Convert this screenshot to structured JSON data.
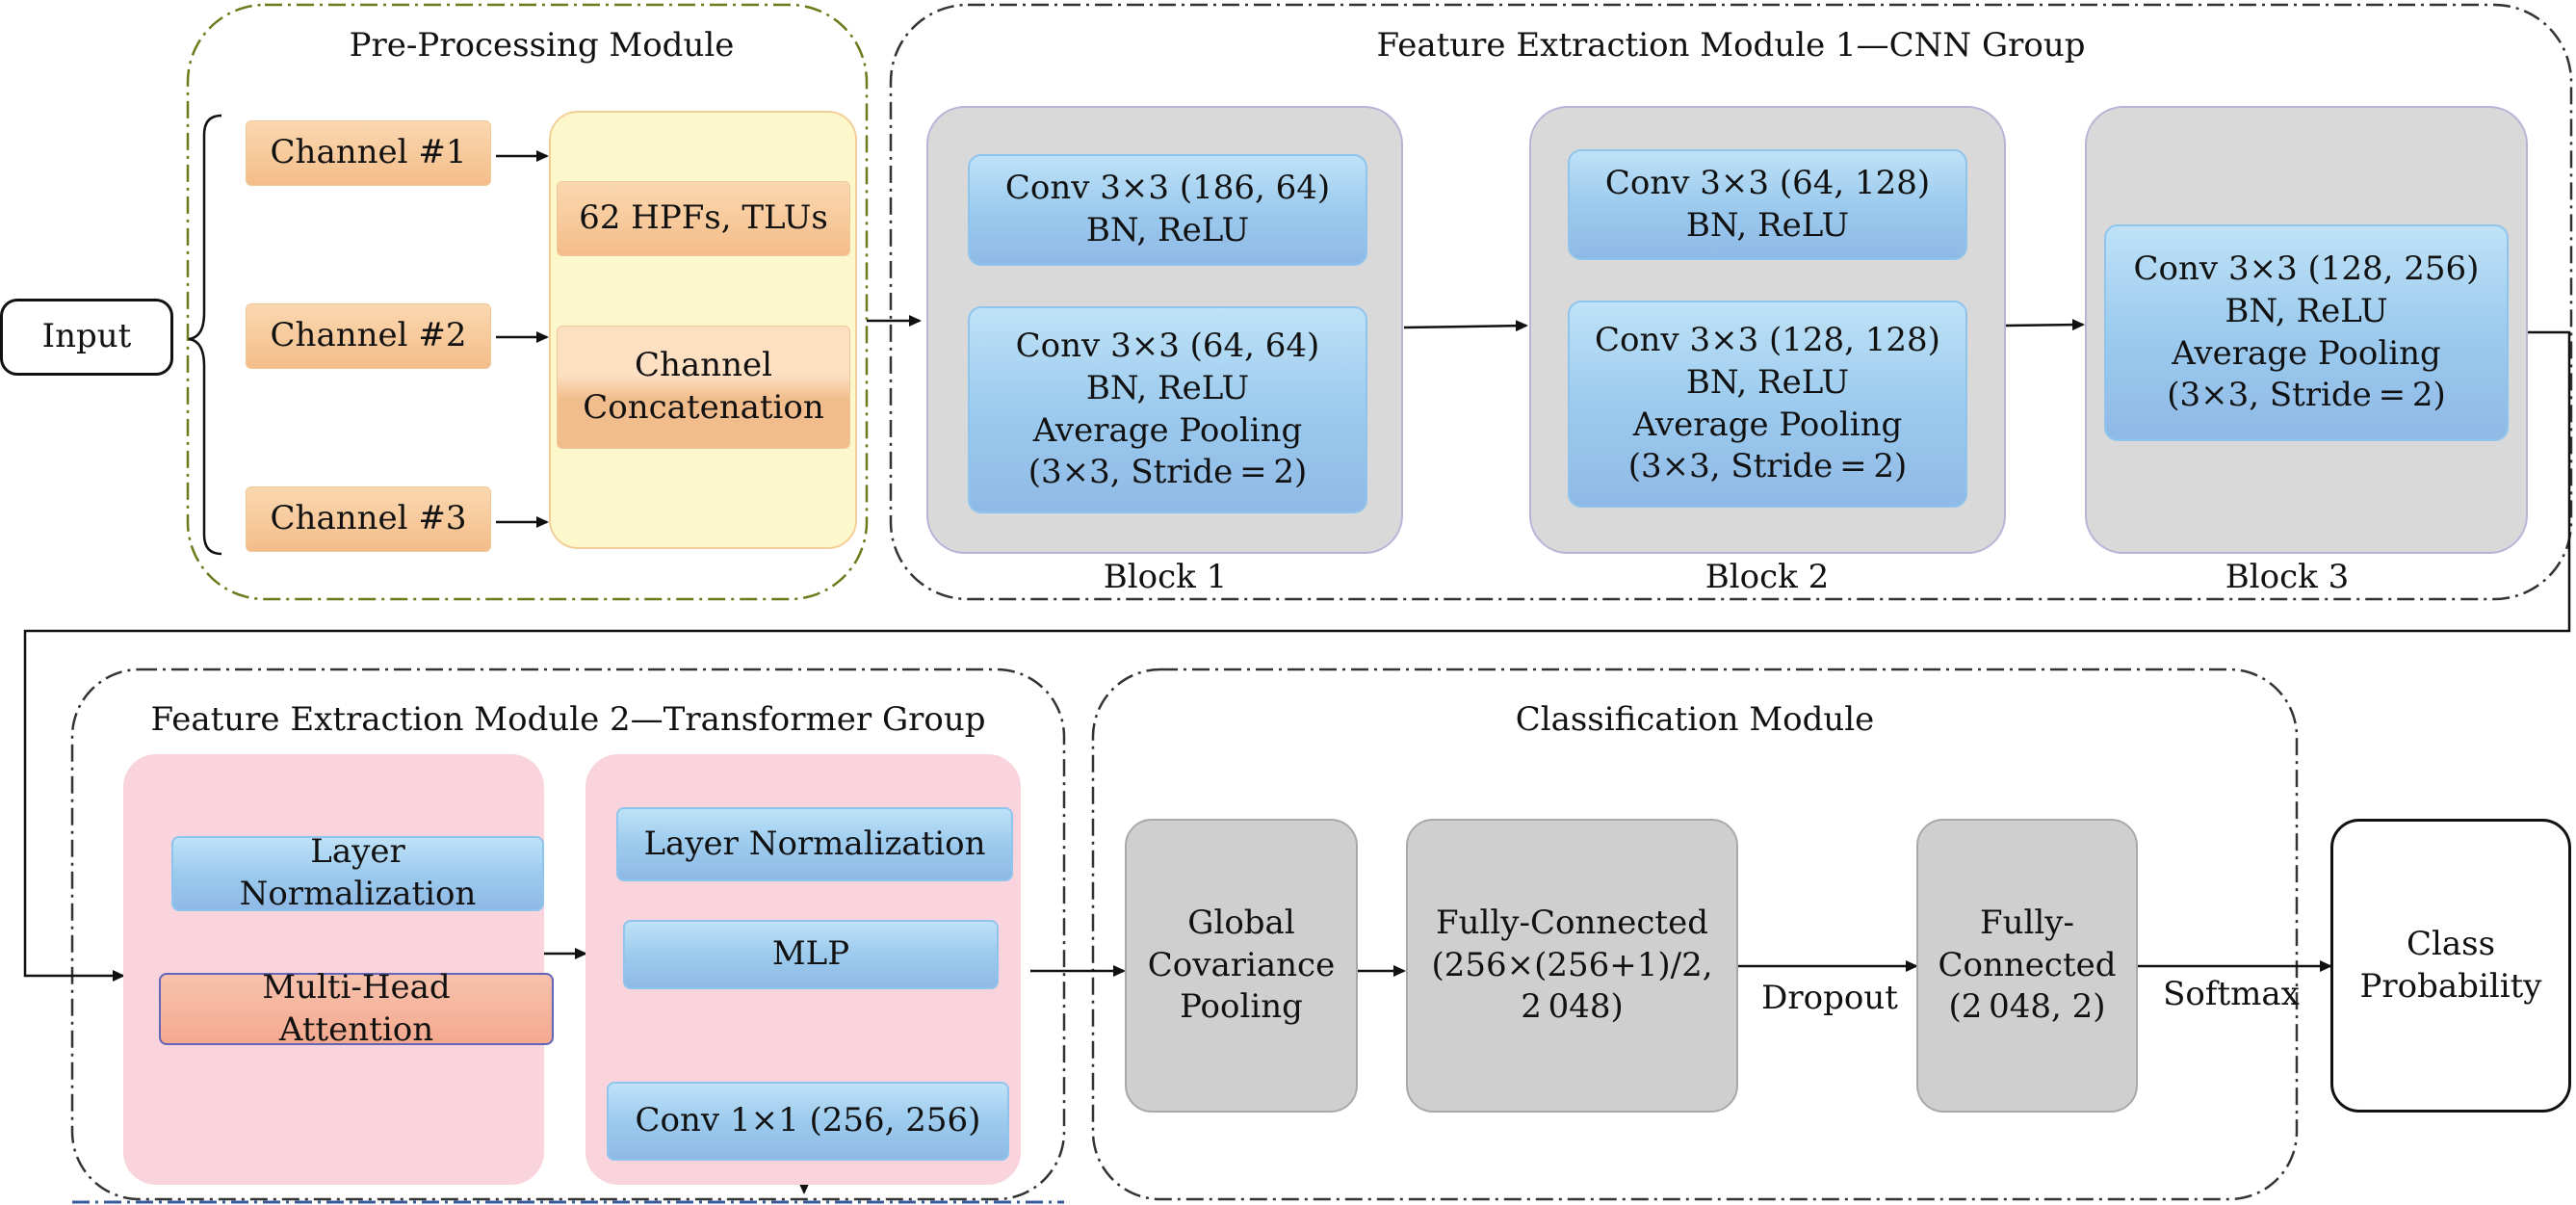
{
  "modules": {
    "preprocessing": "Pre-Processing Module",
    "feature1": "Feature Extraction Module 1—CNN Group",
    "feature2": "Feature Extraction Module 2—Transformer Group",
    "classification": "Classification Module"
  },
  "input": "Input",
  "channels": [
    "Channel #1",
    "Channel #2",
    "Channel #3"
  ],
  "hpf": "62 HPFs, TLUs",
  "concat": [
    "Channel",
    "Concatenation"
  ],
  "block1": {
    "conv1": [
      "Conv 3×3 (186, 64)",
      "BN, ReLU"
    ],
    "conv2": [
      "Conv 3×3 (64, 64)",
      "BN, ReLU",
      "Average Pooling",
      "(3×3, Stride = 2)"
    ],
    "label": "Block 1"
  },
  "block2": {
    "conv1": [
      "Conv 3×3 (64, 128)",
      "BN, ReLU"
    ],
    "conv2": [
      "Conv 3×3 (128, 128)",
      "BN, ReLU",
      "Average Pooling",
      "(3×3, Stride = 2)"
    ],
    "label": "Block 2"
  },
  "block3": {
    "conv1": [
      "Conv 3×3 (128, 256)",
      "BN, ReLU",
      "Average Pooling",
      "(3×3, Stride = 2)"
    ],
    "label": "Block 3"
  },
  "transformer1": {
    "layernorm": [
      "Layer",
      "Normalization"
    ],
    "mha": [
      "Multi-Head",
      "Attention"
    ]
  },
  "transformer2": {
    "layernorm": "Layer Normalization",
    "mlp": "MLP",
    "conv": "Conv 1×1 (256, 256)"
  },
  "classification": {
    "gcp": [
      "Global",
      "Covariance",
      "Pooling"
    ],
    "fc1": [
      "Fully-Connected",
      "(256×(256+1)/2,",
      "2 048)"
    ],
    "dropout": "Dropout",
    "fc2": [
      "Fully-",
      "Connected",
      "(2 048, 2)"
    ],
    "softmax": "Softmax",
    "output": [
      "Class",
      "Probability"
    ]
  },
  "colors": {
    "orange": "#f4bd8a",
    "yellow": "#fdf8cc",
    "blue": "#9ccbee",
    "gray": "#d9d9d9",
    "pink": "#f9d4dc",
    "salmon": "#f6b39a"
  }
}
